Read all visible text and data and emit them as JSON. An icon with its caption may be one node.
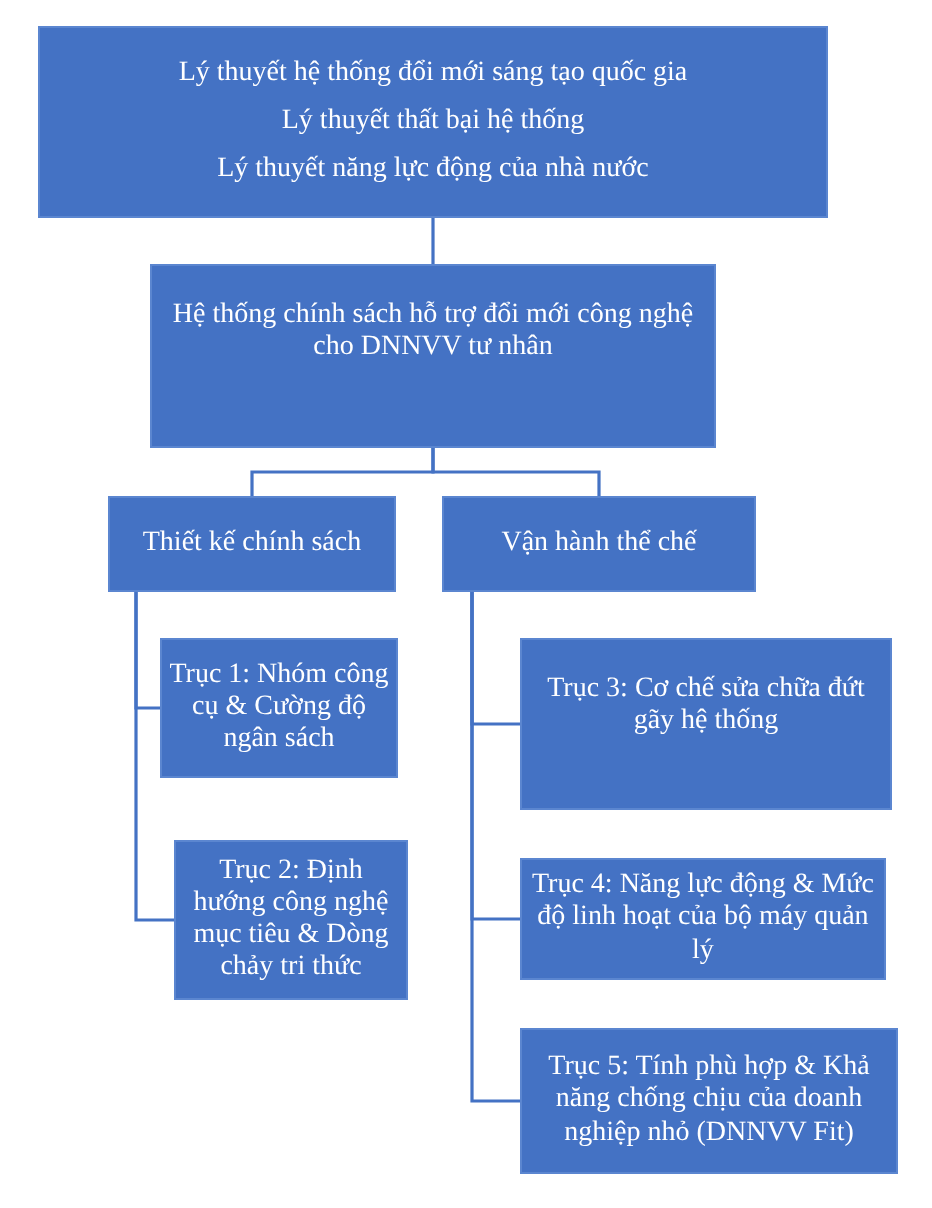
{
  "diagram": {
    "nodes": [
      {
        "text": [
          "Lý thuyết hệ thống đổi mới sáng tạo quốc gia",
          "Lý thuyết thất bại hệ thống",
          "Lý thuyết năng lực động của nhà nước"
        ]
      },
      {
        "text": [
          "Hệ thống chính sách hỗ trợ đổi mới công nghệ cho DNNVV tư nhân"
        ]
      },
      {
        "text": [
          "Thiết kế chính sách"
        ]
      },
      {
        "text": [
          "Vận hành thể chế"
        ]
      },
      {
        "text": [
          "Trục 1: Nhóm công cụ & Cường độ ngân sách"
        ]
      },
      {
        "text": [
          "Trục 2: Định hướng công nghệ mục tiêu & Dòng chảy tri thức"
        ]
      },
      {
        "text": [
          "Trục 3: Cơ chế sửa chữa đứt gãy hệ thống"
        ]
      },
      {
        "text": [
          "Trục 4: Năng lực động & Mức độ linh hoạt của bộ máy quản lý"
        ]
      },
      {
        "text": [
          "Trục 5: Tính phù hợp & Khả năng chống chịu của doanh nghiệp nhỏ (DNNVV Fit)"
        ]
      }
    ],
    "edges": [
      {
        "from": 0,
        "to": 1,
        "arrow": "none"
      },
      {
        "from": 1,
        "to": 2,
        "arrow": "none"
      },
      {
        "from": 1,
        "to": 3,
        "arrow": "none"
      },
      {
        "from": 2,
        "to": 4,
        "arrow": "none"
      },
      {
        "from": 2,
        "to": 5,
        "arrow": "none"
      },
      {
        "from": 3,
        "to": 6,
        "arrow": "none"
      },
      {
        "from": 3,
        "to": 7,
        "arrow": "none"
      },
      {
        "from": 3,
        "to": 8,
        "arrow": "none"
      }
    ]
  }
}
